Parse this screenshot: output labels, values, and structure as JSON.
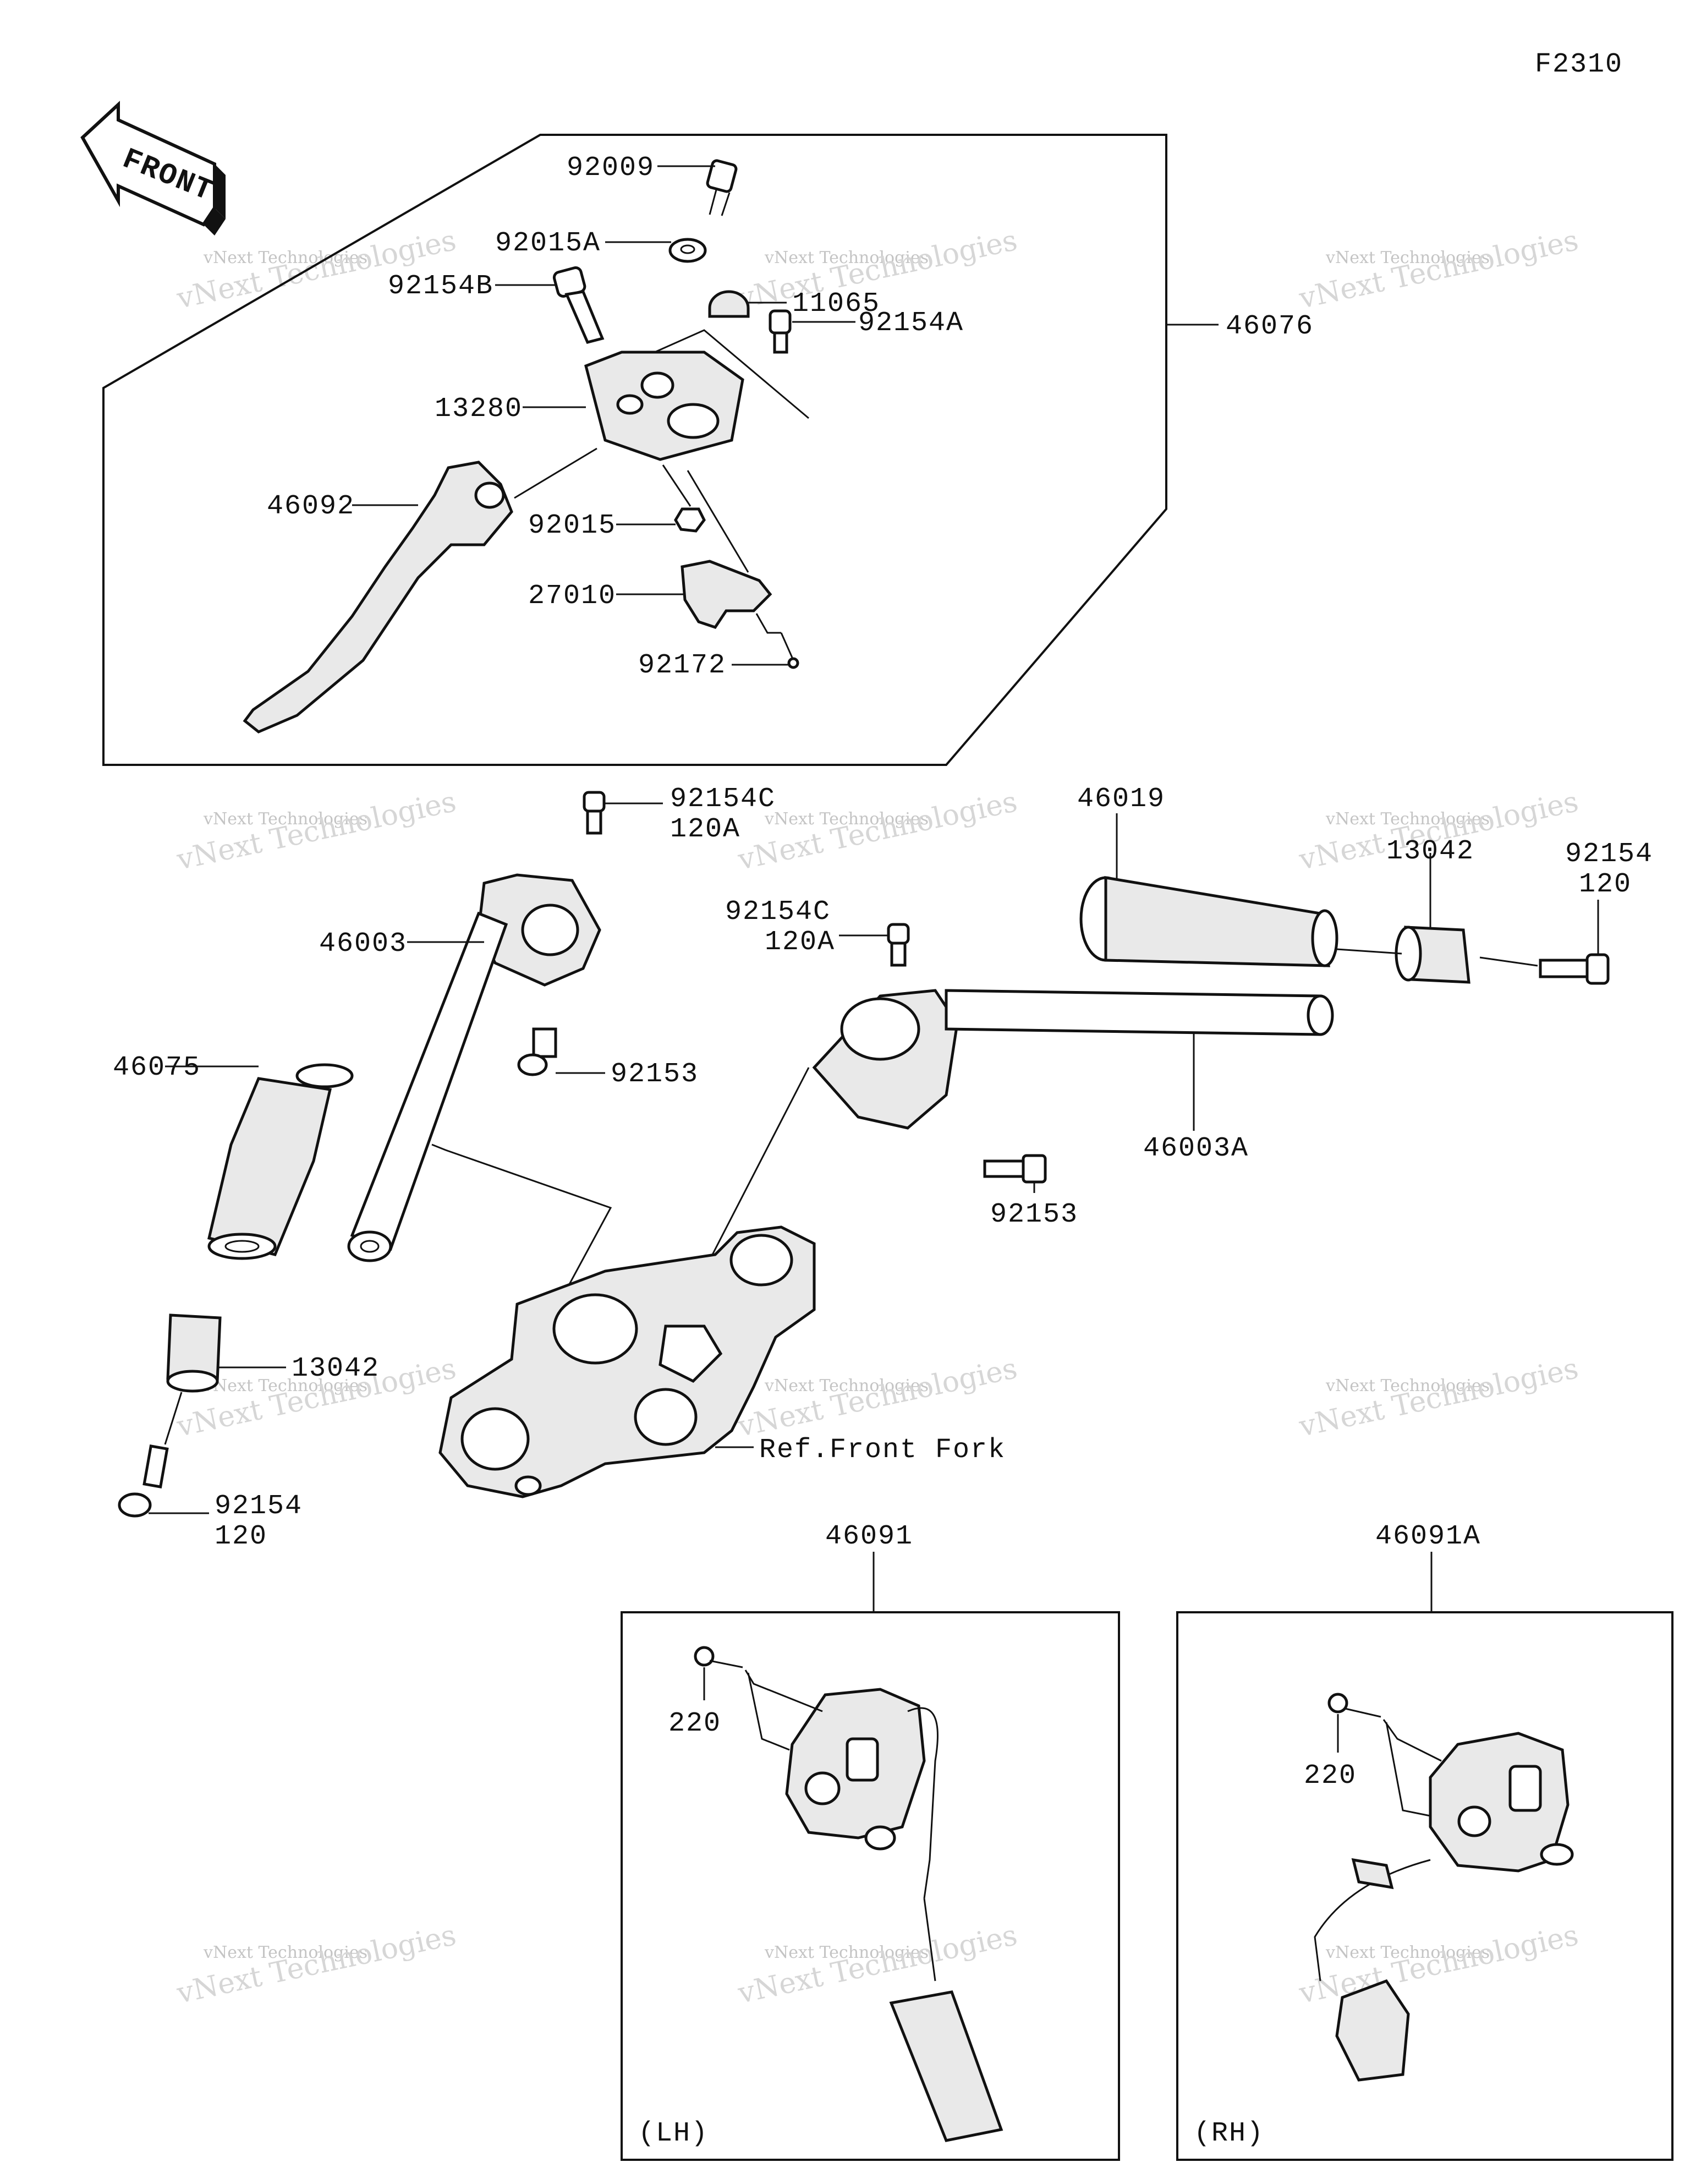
{
  "figure_code": "F2310",
  "front_arrow_text": "FRONT",
  "watermark": {
    "line1": "vNext Technologies",
    "line2": "vNext Technologies"
  },
  "labels": {
    "p92009": "92009",
    "p92015A": "92015A",
    "p92154B": "92154B",
    "p11065": "11065",
    "p92154A": "92154A",
    "p13280": "13280",
    "p46076": "46076",
    "p46092": "46092",
    "p92015": "92015",
    "p27010": "27010",
    "p92172": "92172",
    "p92154C_1": "92154C",
    "p120A_1": "120A",
    "p46003": "46003",
    "p92153_1": "92153",
    "p46075": "46075",
    "p92154C_2": "92154C",
    "p120A_2": "120A",
    "p46019": "46019",
    "p13042_r": "13042",
    "p92154_r": "92154",
    "p120_r": "120",
    "p46003A": "46003A",
    "p92153_2": "92153",
    "p13042_l": "13042",
    "p92154_l": "92154",
    "p120_l": "120",
    "ref_front_fork": "Ref.Front Fork",
    "p46091": "46091",
    "p46091A": "46091A",
    "p220_l": "220",
    "p220_r": "220",
    "lh": "(LH)",
    "rh": "(RH)"
  }
}
